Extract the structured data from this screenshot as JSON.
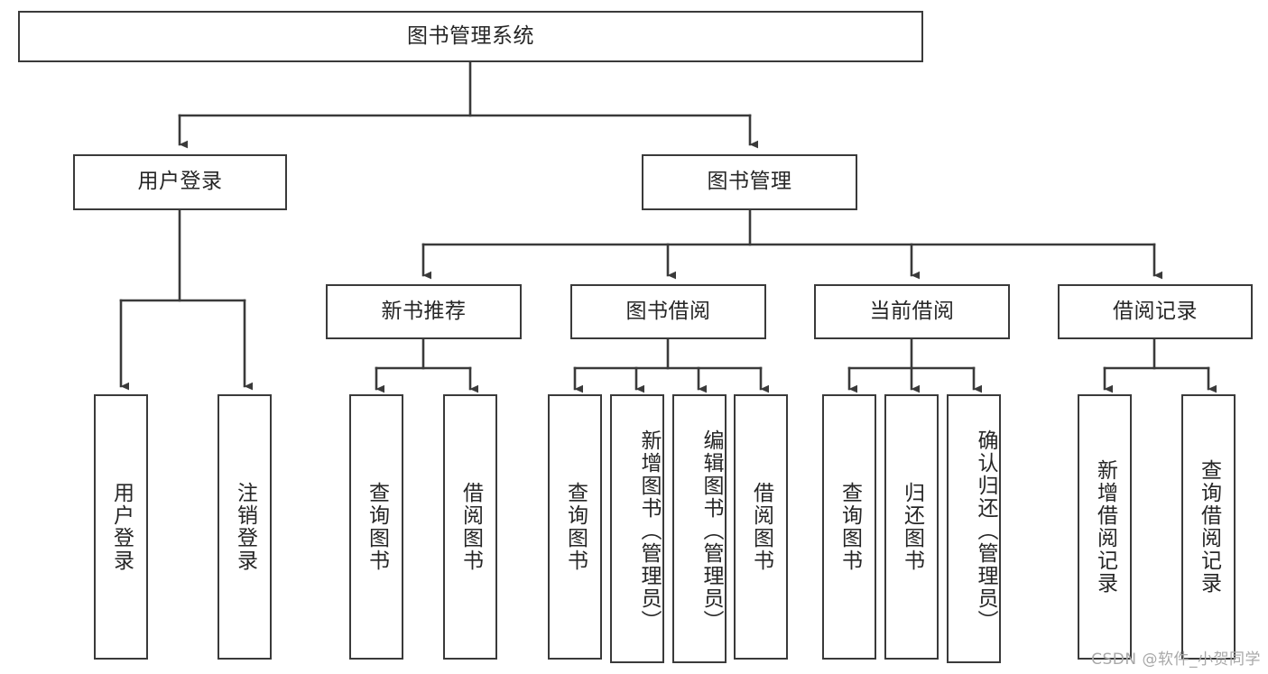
{
  "diagram": {
    "type": "tree",
    "title": "图书管理系统",
    "watermark": "CSDN @软件_小贺同学",
    "colors": {
      "stroke": "#3a3a3a",
      "fill": "#ffffff",
      "text": "#262626",
      "watermark": "#a8a8a8"
    },
    "nodes": {
      "root": {
        "label": "图书管理系统"
      },
      "level2": [
        {
          "id": "user-login",
          "label": "用户登录"
        },
        {
          "id": "book-manage",
          "label": "图书管理"
        }
      ],
      "level3": [
        {
          "id": "new-book-recommend",
          "label": "新书推荐"
        },
        {
          "id": "book-borrow",
          "label": "图书借阅"
        },
        {
          "id": "current-borrow",
          "label": "当前借阅"
        },
        {
          "id": "borrow-record",
          "label": "借阅记录"
        }
      ],
      "leaves": {
        "user_login": [
          {
            "id": "leaf-user-login",
            "label": "用户登录"
          },
          {
            "id": "leaf-logout-login",
            "label": "注销登录"
          }
        ],
        "new_book_recommend": [
          {
            "id": "leaf-query-book-1",
            "label": "查询图书"
          },
          {
            "id": "leaf-borrow-book-1",
            "label": "借阅图书"
          }
        ],
        "book_borrow": [
          {
            "id": "leaf-query-book-2",
            "label": "查询图书"
          },
          {
            "id": "leaf-add-book-admin",
            "label": "新增图书（管理员）"
          },
          {
            "id": "leaf-edit-book-admin",
            "label": "编辑图书（管理员）"
          },
          {
            "id": "leaf-borrow-book-2",
            "label": "借阅图书"
          }
        ],
        "current_borrow": [
          {
            "id": "leaf-query-book-3",
            "label": "查询图书"
          },
          {
            "id": "leaf-return-book",
            "label": "归还图书"
          },
          {
            "id": "leaf-confirm-return-admin",
            "label": "确认归还（管理员）"
          }
        ],
        "borrow_record": [
          {
            "id": "leaf-add-borrow-record",
            "label": "新增借阅记录"
          },
          {
            "id": "leaf-query-borrow-record",
            "label": "查询借阅记录"
          }
        ]
      }
    }
  }
}
